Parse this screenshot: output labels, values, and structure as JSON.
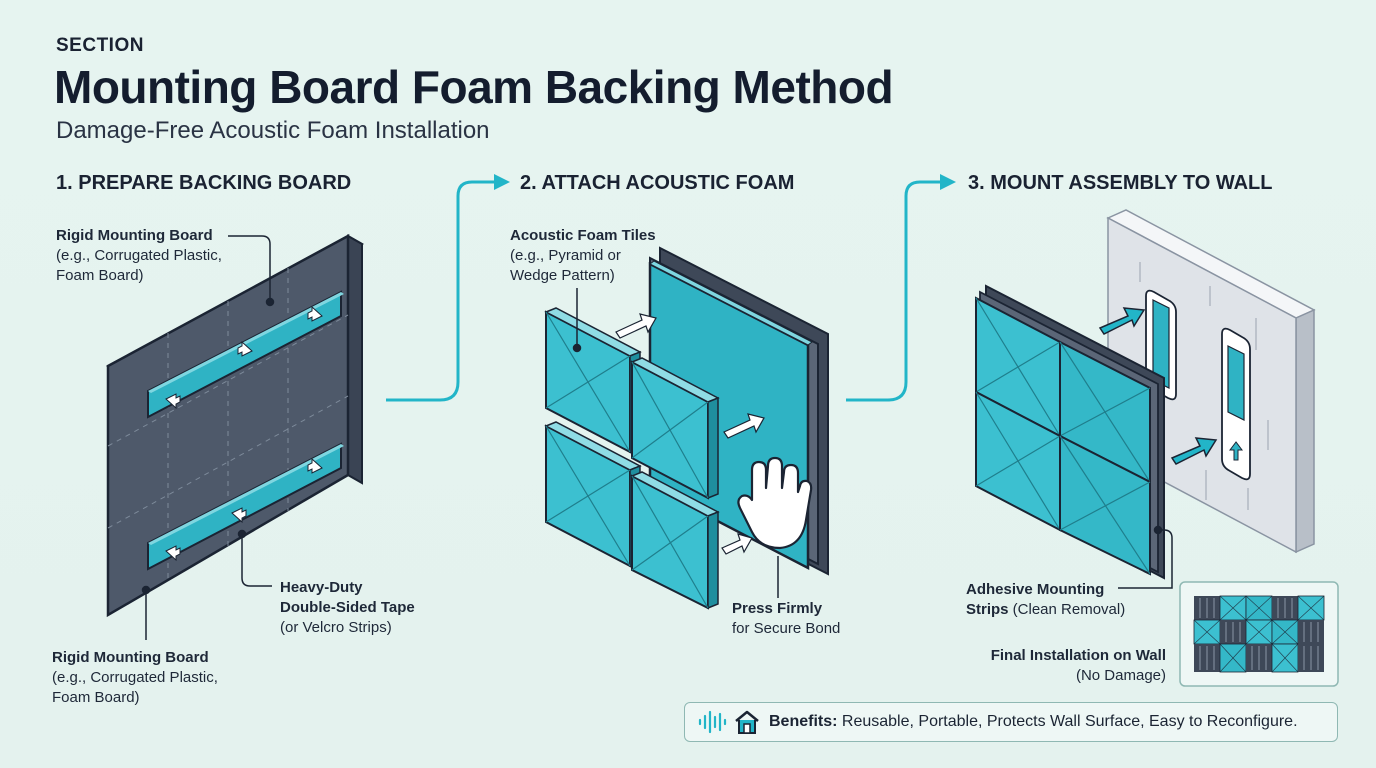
{
  "header": {
    "section": "SECTION",
    "title": "Mounting Board Foam Backing Method",
    "subtitle": "Damage-Free Acoustic Foam Installation"
  },
  "steps": [
    {
      "title": "1. PREPARE BACKING BOARD"
    },
    {
      "title": "2. ATTACH ACOUSTIC FOAM"
    },
    {
      "title": "3. MOUNT ASSEMBLY TO WALL"
    }
  ],
  "labels": {
    "board_top": {
      "line1": "Rigid Mounting Board",
      "line2": "(e.g., Corrugated Plastic,",
      "line3": "Foam Board)"
    },
    "tape": {
      "line1": "Heavy-Duty",
      "line2": "Double-Sided Tape",
      "line3": "(or Velcro Strips)"
    },
    "board_bottom": {
      "line1": "Rigid Mounting Board",
      "line2": "(e.g., Corrugated Plastic,",
      "line3": "Foam Board)"
    },
    "tiles": {
      "line1": "Acoustic Foam Tiles",
      "line2": "(e.g., Pyramid or",
      "line3": "Wedge Pattern)"
    },
    "press": {
      "line1": "Press Firmly",
      "line2": "for Secure Bond"
    },
    "strips": {
      "line1a": "Adhesive Mounting",
      "line2a": "Strips",
      "line2b": " (Clean Removal)"
    },
    "final": {
      "line1": "Final Installation on Wall",
      "line2": "(No Damage)"
    }
  },
  "benefits": {
    "label": "Benefits:",
    "text": " Reusable, Portable, Protects Wall Surface, Easy to Reconfigure."
  },
  "icons": [
    "sound-wave-icon",
    "house-icon",
    "hand-icon",
    "arrow-icon"
  ],
  "colors": {
    "board": "#4a5568",
    "foam": "#2fb3c4",
    "foam_dark": "#1f8e9e",
    "accent": "#22b5c8",
    "outline": "#1b2433",
    "background": "#e6f4f0"
  }
}
